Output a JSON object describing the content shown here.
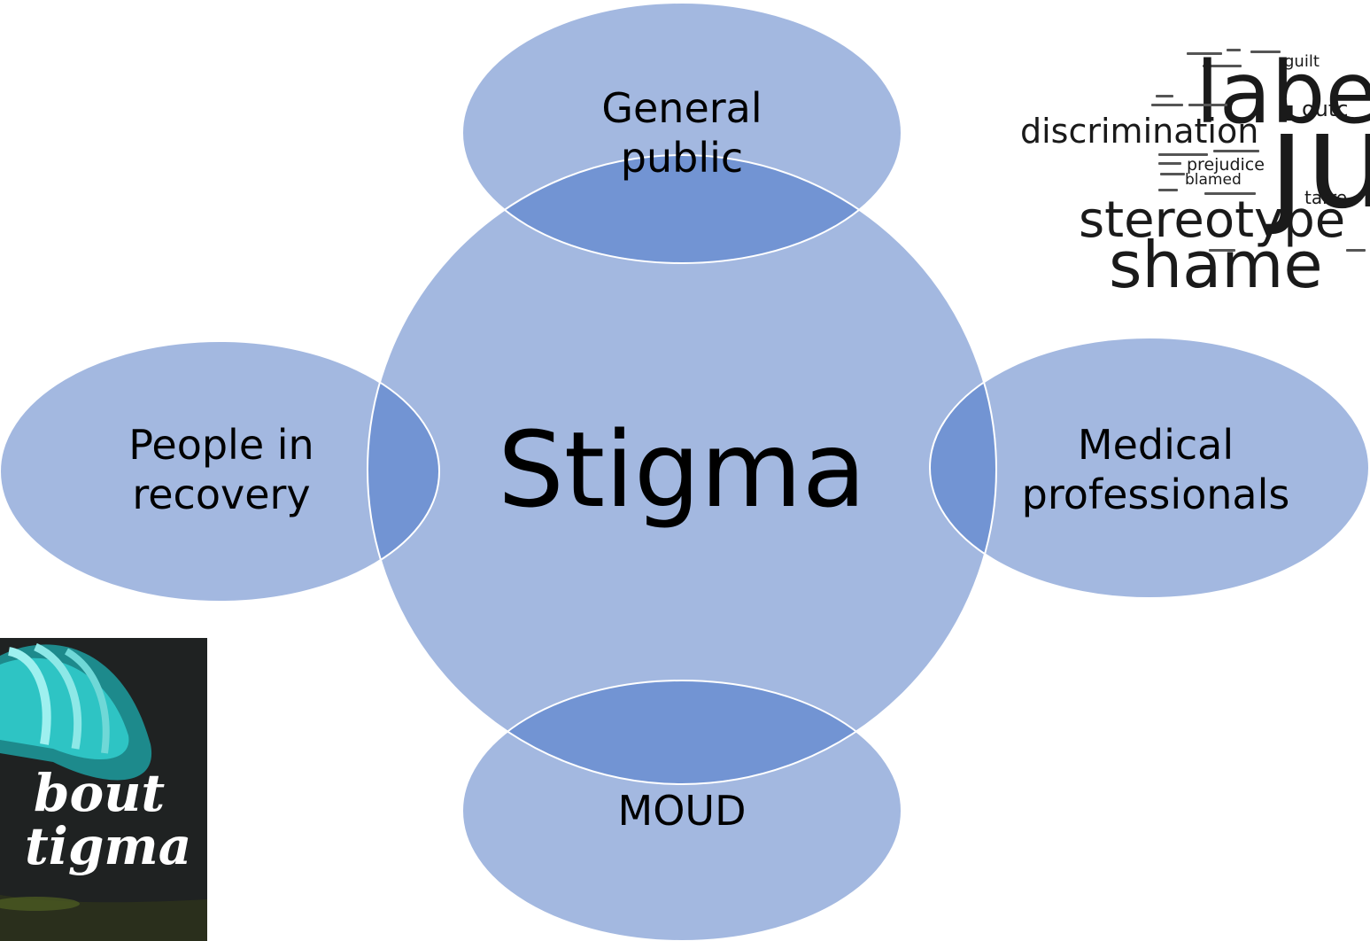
{
  "diagram": {
    "center_label": "Stigma",
    "nodes": {
      "top": "General\npublic",
      "left": "People in\nrecovery",
      "right": "Medical\nprofessionals",
      "bottom": "MOUD"
    },
    "colors": {
      "fill": "#a3b8e0",
      "overlap": "#7294d3",
      "outline": "#ffffff",
      "text": "#000000"
    }
  },
  "word_cloud": {
    "words": {
      "label": "labe",
      "discrimination": "discrimination",
      "judged": "ju",
      "stereotype": "stereotype",
      "shame": "shame",
      "guilt": "guilt",
      "outcast": "outc",
      "prejudice": "prejudice",
      "blamed": "blamed",
      "tarred": "tarre"
    }
  },
  "thumbnail": {
    "line1": "bout",
    "line2": "tigma"
  }
}
